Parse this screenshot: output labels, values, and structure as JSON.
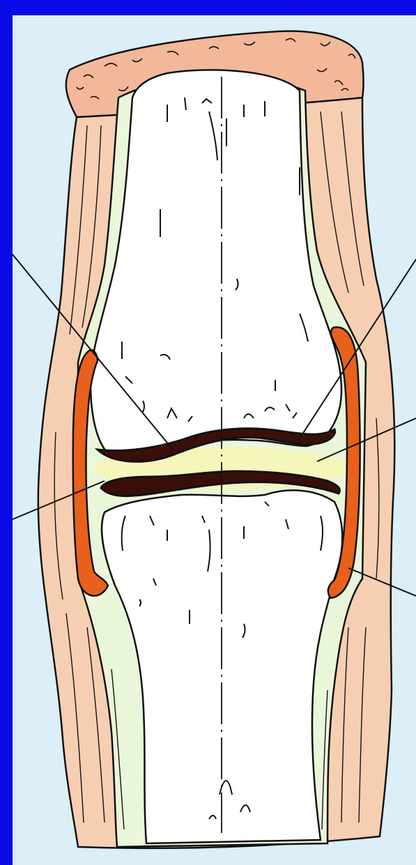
{
  "colors": {
    "slide_background": "#0a0ae6",
    "panel_background": "#dceef8",
    "soft_tissue": "#f6cfb2",
    "bone": "#ffffff",
    "periosteum": "#eaf6da",
    "articular_cartilage": "#3a0f0a",
    "synovial_membrane": "#e8601c",
    "joint_cavity": "#f5f6b8",
    "spongy_bone_section": "#f3b89a",
    "outline": "#111111"
  },
  "labels": [],
  "pointer_lines": [
    "upper-left-pointer",
    "upper-right-pointer",
    "middle-right-pointer",
    "lower-left-pointer",
    "lower-right-pointer"
  ]
}
